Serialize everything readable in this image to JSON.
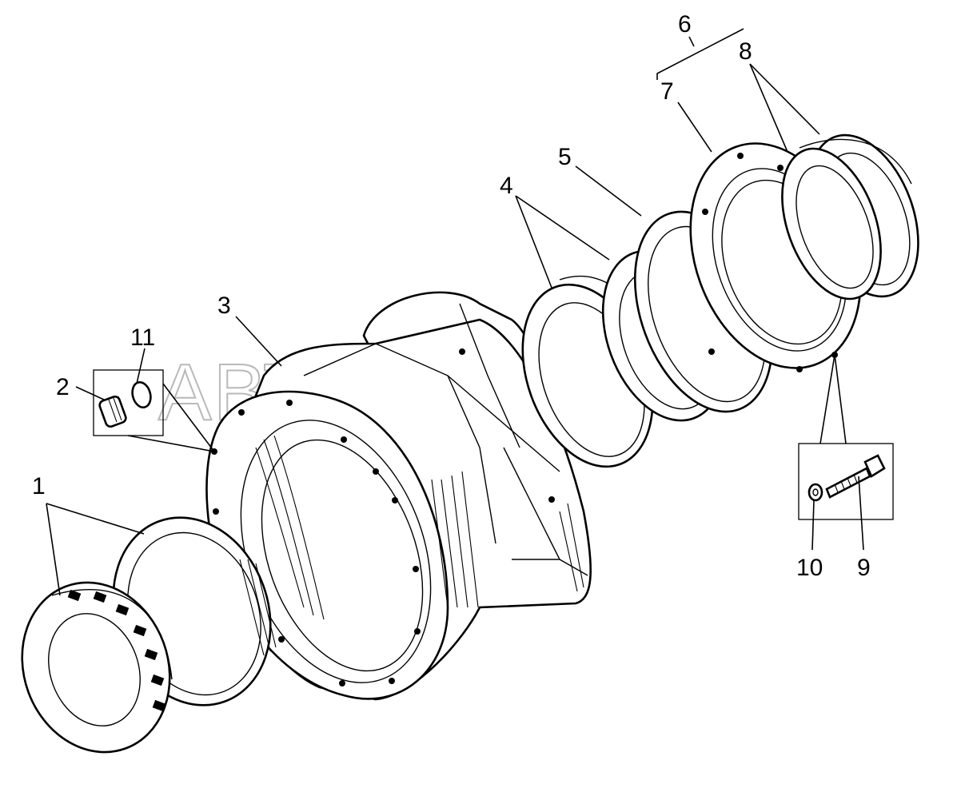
{
  "watermark": "АВТОАЛЬЯНС",
  "callouts": {
    "c1": "1",
    "c2": "2",
    "c3": "3",
    "c4": "4",
    "c5": "5",
    "c6": "6",
    "c7": "7",
    "c8": "8",
    "c9": "9",
    "c10": "10",
    "c11": "11"
  }
}
